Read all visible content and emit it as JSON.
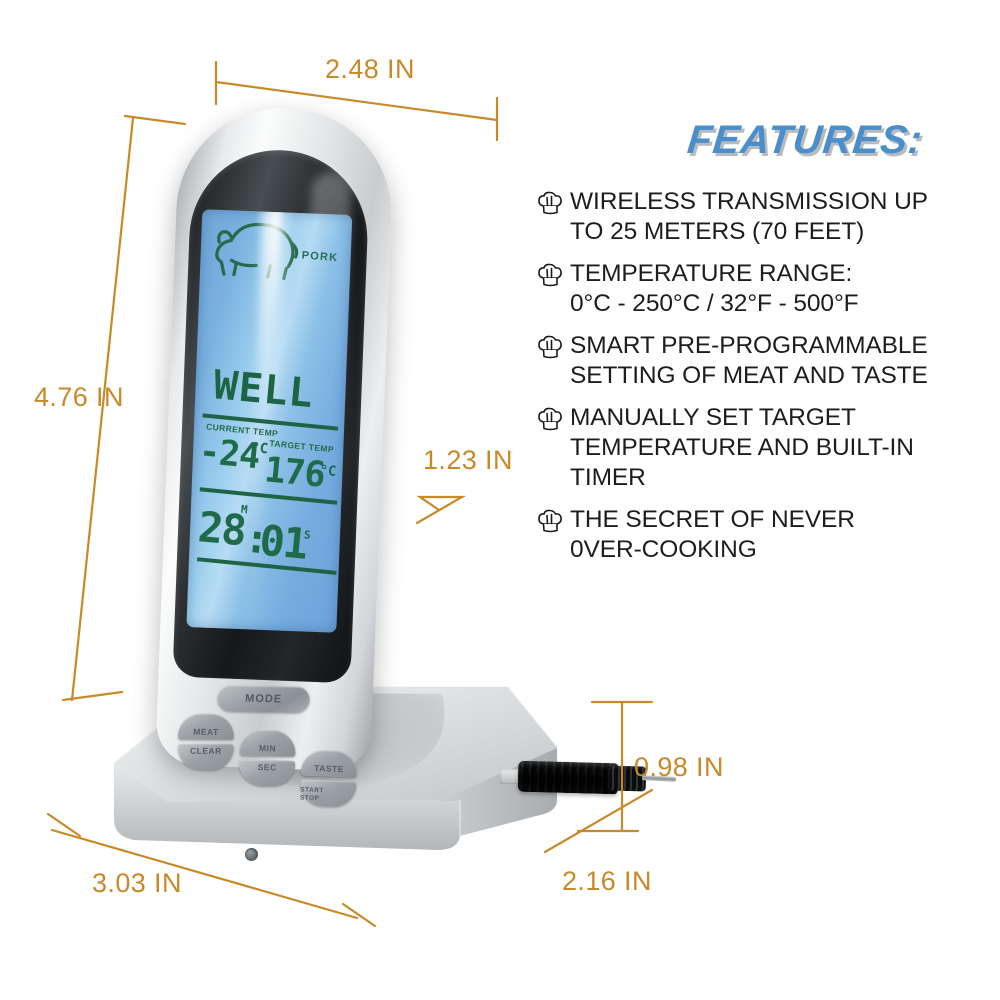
{
  "features": {
    "title": "FEATURES:",
    "title_color": "#4a8fcb",
    "bullet_icon": "chef-hat-icon",
    "items": [
      {
        "text": "WIRELESS TRANSMISSION UP\nTO 25 METERS (70 FEET)"
      },
      {
        "text": "TEMPERATURE RANGE:\n0°C - 250°C / 32°F - 500°F"
      },
      {
        "text": "SMART PRE-PROGRAMMABLE\nSETTING OF MEAT AND TASTE"
      },
      {
        "text": "MANUALLY SET TARGET\nTEMPERATURE AND BUILT-IN\nTIMER"
      },
      {
        "text": "THE SECRET OF NEVER\n0VER-COOKING"
      }
    ]
  },
  "dimensions": {
    "color": "#c88a28",
    "labels": [
      {
        "name": "width-top",
        "value": "2.48 IN"
      },
      {
        "name": "height-left",
        "value": "4.76 IN"
      },
      {
        "name": "thickness-right",
        "value": "1.23 IN"
      },
      {
        "name": "base-width",
        "value": "3.03 IN"
      },
      {
        "name": "base-height",
        "value": "0.98 IN"
      },
      {
        "name": "base-depth",
        "value": "2.16 IN"
      }
    ]
  },
  "device": {
    "lcd": {
      "meat_type": "PORK",
      "meat_icon": "pig-icon",
      "doneness": "WELL",
      "current_temp_label": "CURRENT TEMP",
      "current_temp_value": "-24",
      "current_temp_unit": "°C",
      "target_temp_label": "TARGET TEMP",
      "target_temp_value": "176",
      "target_temp_unit": "°C",
      "timer_minutes": "28",
      "timer_separator": ":",
      "timer_seconds": "01",
      "timer_minutes_unit": "M",
      "timer_seconds_unit": "S"
    },
    "buttons": {
      "mode": "MODE",
      "meat": "MEAT",
      "clear": "CLEAR",
      "min": "MIN",
      "sec": "SEC",
      "taste": "TASTE",
      "start_line1": "START",
      "start_line2": "STOP"
    }
  }
}
